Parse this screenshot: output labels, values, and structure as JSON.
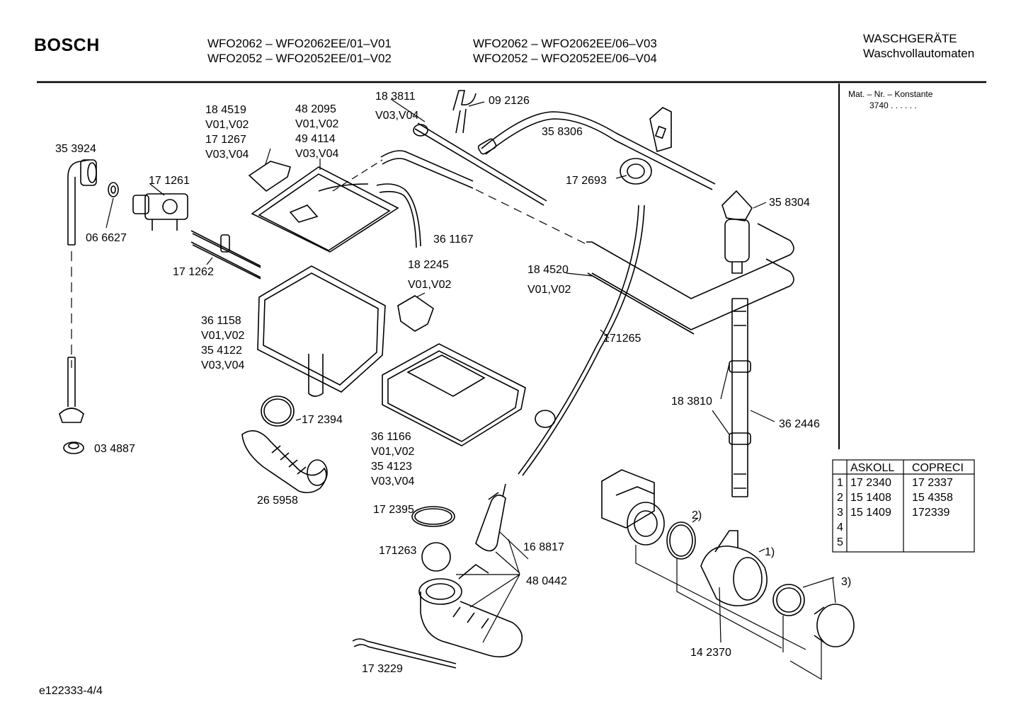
{
  "header": {
    "brand": "BOSCH",
    "models_col1": [
      "WFO2062 – WFO2062EE/01–V01",
      "WFO2052 – WFO2052EE/01–V02"
    ],
    "models_col2": [
      "WFO2062 – WFO2062EE/06–V03",
      "WFO2052 – WFO2052EE/06–V04"
    ],
    "category": [
      "WASCHGERÄTE",
      "Waschvollautomaten"
    ]
  },
  "side_note": {
    "heading": "Mat. – Nr. – Konstante",
    "value": "3740 . . . . . ."
  },
  "footer": {
    "doc_id": "e122333-4/4"
  },
  "labels": [
    "35 3924",
    "06 6627",
    "17 1261",
    "17 1262",
    "18 4519",
    "V01,V02",
    "17 1267",
    "V03,V04",
    "48 2095",
    "V01,V02",
    "49 4114",
    "V03,V04",
    "18 3811",
    "V03,V04",
    "09 2126",
    "35 8306",
    "36 1167",
    "18 2245",
    "V01,V02",
    "36 1158",
    "V01,V02",
    "35 4122",
    "V03,V04",
    "17 2394",
    "03 4887",
    "26 5958",
    "36 1166",
    "V01,V02",
    "35 4123",
    "V03,V04",
    "17 2693",
    "18 4520",
    "V01,V02",
    "171265",
    "35 8304",
    "18 3810",
    "36 2446",
    "17 2395",
    "171263",
    "16 8817",
    "48 0442",
    "17 3229",
    "14 2370",
    "1)",
    "2)",
    "3)"
  ],
  "supplier_table": {
    "headers": [
      "ASKOLL",
      "COPRECI"
    ],
    "rows": [
      [
        "1",
        "17 2340",
        "17 2337"
      ],
      [
        "2",
        "15 1408",
        "15 4358"
      ],
      [
        "3",
        "15 1409",
        "172339"
      ],
      [
        "4",
        "",
        ""
      ],
      [
        "5",
        "",
        ""
      ]
    ]
  }
}
